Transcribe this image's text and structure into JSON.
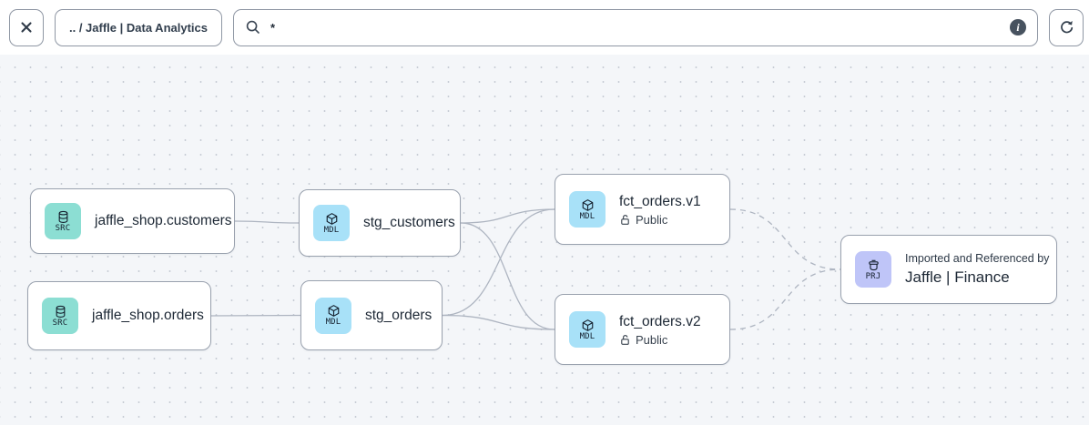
{
  "toolbar": {
    "breadcrumb": ".. / Jaffle | Data Analytics",
    "search_value": "*"
  },
  "icons": {
    "info_glyph": "i"
  },
  "colors": {
    "edge": "#aeb5c1",
    "src_icon": "#8cded3",
    "mdl_icon": "#a8e1f8",
    "prj_icon": "#bfc5f8",
    "canvas_bg": "#f4f6f9",
    "node_border": "#99a1ae"
  },
  "nodes": [
    {
      "id": "src_customers",
      "badge": "SRC",
      "title": "jaffle_shop.customers"
    },
    {
      "id": "src_orders",
      "badge": "SRC",
      "title": "jaffle_shop.orders"
    },
    {
      "id": "stg_customers",
      "badge": "MDL",
      "title": "stg_customers"
    },
    {
      "id": "stg_orders",
      "badge": "MDL",
      "title": "stg_orders"
    },
    {
      "id": "fct_orders_v1",
      "badge": "MDL",
      "title": "fct_orders.v1",
      "access": "Public"
    },
    {
      "id": "fct_orders_v2",
      "badge": "MDL",
      "title": "fct_orders.v2",
      "access": "Public"
    },
    {
      "id": "prj_finance",
      "badge": "PRJ",
      "subtitle": "Imported and Referenced by",
      "title": "Jaffle | Finance"
    }
  ],
  "edges": [
    {
      "from": "src_customers",
      "to": "stg_customers",
      "style": "solid"
    },
    {
      "from": "src_orders",
      "to": "stg_orders",
      "style": "solid"
    },
    {
      "from": "stg_customers",
      "to": "fct_orders_v1",
      "style": "solid"
    },
    {
      "from": "stg_customers",
      "to": "fct_orders_v2",
      "style": "solid"
    },
    {
      "from": "stg_orders",
      "to": "fct_orders_v1",
      "style": "solid"
    },
    {
      "from": "stg_orders",
      "to": "fct_orders_v2",
      "style": "solid"
    },
    {
      "from": "fct_orders_v1",
      "to": "prj_finance",
      "style": "dashed"
    },
    {
      "from": "fct_orders_v2",
      "to": "prj_finance",
      "style": "dashed"
    }
  ]
}
